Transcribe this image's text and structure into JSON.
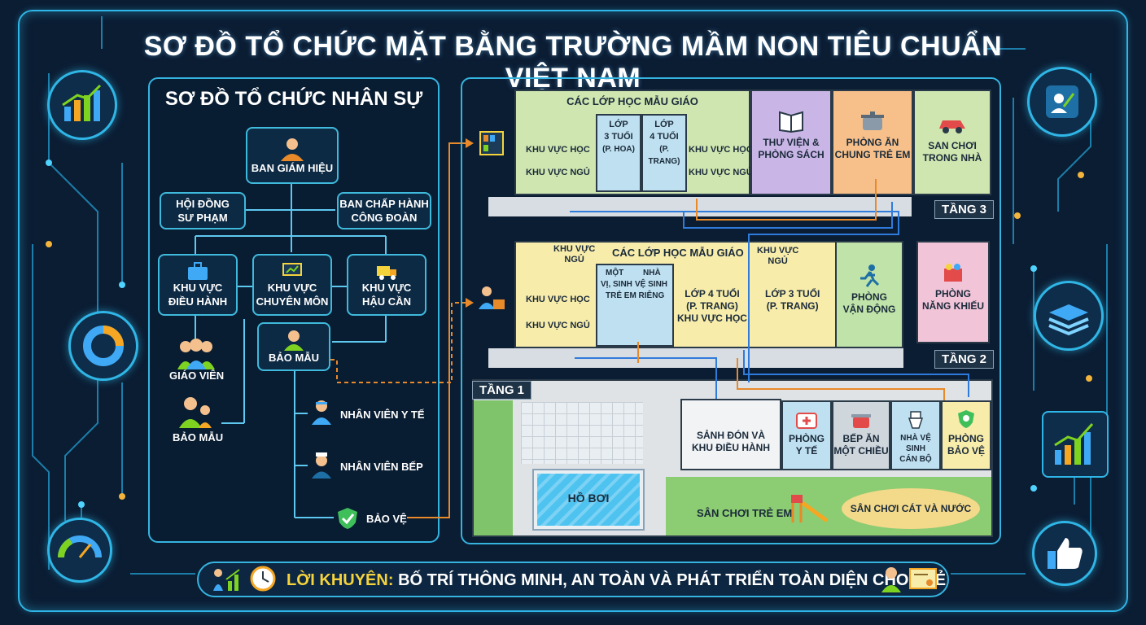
{
  "title": "SƠ ĐỒ TỔ CHỨC MẶT BẰNG TRƯỜNG MẦM NON TIÊU CHUẨN VIỆT NAM",
  "org_chart": {
    "title": "SƠ ĐỒ TỔ CHỨC NHÂN SỰ",
    "board": "BAN GIÁM HIỆU",
    "council": [
      "HỘI ĐỒNG",
      "SƯ PHẠM"
    ],
    "union": [
      "BAN CHẤP HÀNH",
      "CÔNG ĐOÀN"
    ],
    "admin": [
      "KHU VỰC",
      "ĐIỀU HÀNH"
    ],
    "academic": [
      "KHU VỰC",
      "CHUYÊN MÔN"
    ],
    "logistics": [
      "KHU VỰC",
      "HẬU CẦN"
    ],
    "teacher": "GIÁO VIÊN",
    "nanny_left": "BẢO MẪU",
    "nanny_box": "BẢO MẪU",
    "medical": "NHÂN VIÊN Y TẾ",
    "kitchen": "NHÂN VIÊN BẾP",
    "guard": "BẢO VỆ"
  },
  "floor3": {
    "tag": "TẦNG 3",
    "class_header": "CÁC LỚP HỌC MẪU GIÁO",
    "study_left": "KHU VỰC HỌC",
    "sleep_left": "KHU VỰC NGỦ",
    "class3": [
      "LỚP",
      "3 TUỔI",
      "(P. HOA)"
    ],
    "class4": [
      "LỚP",
      "4 TUỔI",
      "(P. TRANG)"
    ],
    "study_right": "KHU VỰC HỌC",
    "sleep_right": "KHU VỰC NGỦ",
    "library": [
      "THƯ VIỆN &",
      "PHÒNG SÁCH"
    ],
    "dining": [
      "PHÒNG ĂN",
      "CHUNG TRẺ EM"
    ],
    "indoor_play": [
      "SAN CHƠI",
      "TRONG NHÀ"
    ]
  },
  "floor2": {
    "tag": "TẦNG 2",
    "class_header": "CÁC LỚP HỌC MẪU GIÁO",
    "sleep_left": [
      "KHU VỰC",
      "NGỦ"
    ],
    "study_left": "KHU VỰC HỌC",
    "sleep_left2": "KHU VỰC NGỦ",
    "wc": [
      "MỘT",
      "NHÀ",
      "VỊ, SINH",
      "VỆ SINH",
      "TRẺ EM RIÊNG"
    ],
    "class4": [
      "LỚP 4 TUỔI",
      "(P. TRANG)",
      "KHU VỰC HỌC"
    ],
    "sleep_right": [
      "KHU VỰC",
      "NGỦ"
    ],
    "class3": [
      "LỚP 3 TUỔI",
      "(P. TRANG)"
    ],
    "gym": [
      "PHÒNG",
      "VẬN ĐỘNG"
    ],
    "talent": [
      "PHÒNG",
      "NĂNG KHIẾU"
    ]
  },
  "floor1": {
    "tag": "TẦNG 1",
    "lobby": [
      "SẢNH ĐÓN VÀ",
      "KHU ĐIỀU HÀNH"
    ],
    "medical": [
      "PHÒNG",
      "Y TẾ"
    ],
    "kitchen": [
      "BẾP ĂN",
      "MỘT CHIỀU"
    ],
    "staff_wc": [
      "NHÀ VỆ SINH",
      "CÁN BỘ"
    ],
    "guard": [
      "PHÒNG",
      "BẢO VỆ"
    ],
    "pool": "HỒ BƠI",
    "playground": "SÂN CHƠI TRẺ EM",
    "sand": "SÂN CHƠI CÁT VÀ NƯỚC"
  },
  "advice": {
    "label": "LỜI KHUYÊN:",
    "text": "BỐ TRÍ THÔNG MINH, AN TOÀN VÀ PHÁT TRIỂN TOÀN DIỆN CHO TRẺ"
  },
  "colors": {
    "accent": "#2fb6e6",
    "classroom_green": "#cfe6b0",
    "classroom_yellow": "#f7ecaa",
    "library_purple": "#c9b6e6",
    "dining_orange": "#f7c08a",
    "gym_green": "#bfe3a8",
    "talent_pink": "#f2c4d8",
    "route_blue": "#2f7bdc",
    "route_orange": "#e8892a",
    "advice_yellow": "#f5d33c"
  }
}
